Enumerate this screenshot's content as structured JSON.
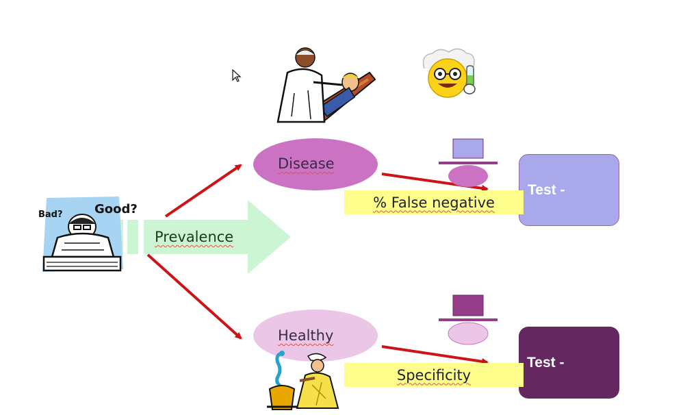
{
  "diagram": {
    "prevalence_label": "Prevalence",
    "disease_label": "Disease",
    "healthy_label": "Healthy",
    "false_negative_label": "% False negative",
    "specificity_label": "Specificity",
    "test_negative_disease_label": "Test -",
    "test_negative_healthy_label": "Test -",
    "sign_bad": "Bad?",
    "sign_good": "Good?"
  },
  "colors": {
    "arrow_red": "#cc1418",
    "prevalence_arrow": "#ccf5d4",
    "disease_ellipse": "#cc72c2",
    "healthy_ellipse": "#ebc6e6",
    "test_box_disease": "#a8a8ea",
    "test_box_healthy": "#652760",
    "label_yellow": "#fefe8c",
    "fraction_top_disease": "#a8a8ea",
    "fraction_bottom_disease": "#cc72c2",
    "fraction_top_healthy": "#953d8a",
    "fraction_bottom_healthy": "#ebc6e6",
    "fraction_bar": "#953d8a"
  },
  "icons": {
    "researcher": "researcher-clipart-icon",
    "dentist": "dentist-clipart-icon",
    "scientist": "scientist-smiley-icon",
    "snake_charmer": "snake-charmer-clipart-icon",
    "cursor": "mouse-cursor-icon"
  }
}
